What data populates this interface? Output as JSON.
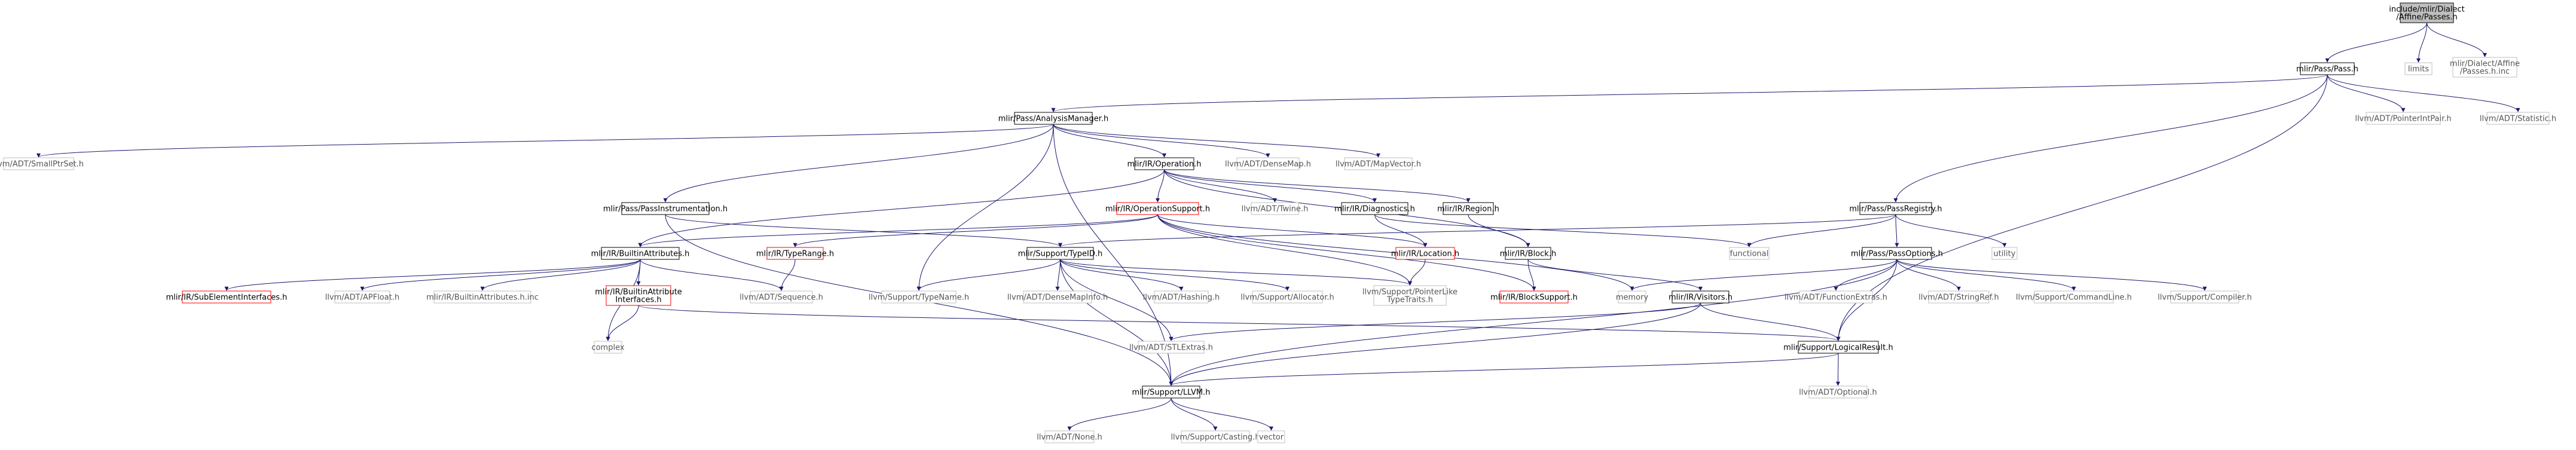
{
  "nodes": [
    {
      "id": "root",
      "lines": [
        "include/mlir/Dialect",
        "/Affine/Passes.h"
      ],
      "style": "root"
    },
    {
      "id": "passh",
      "lines": [
        "mlir/Pass/Pass.h"
      ],
      "style": "black"
    },
    {
      "id": "limits",
      "lines": [
        "limits"
      ],
      "style": "ext"
    },
    {
      "id": "passesinc",
      "lines": [
        "mlir/Dialect/Affine",
        "/Passes.h.inc"
      ],
      "style": "ext"
    },
    {
      "id": "analysis",
      "lines": [
        "mlir/Pass/AnalysisManager.h"
      ],
      "style": "black"
    },
    {
      "id": "ptrint",
      "lines": [
        "llvm/ADT/PointerIntPair.h"
      ],
      "style": "ext"
    },
    {
      "id": "statistic",
      "lines": [
        "llvm/ADT/Statistic.h"
      ],
      "style": "ext"
    },
    {
      "id": "smallptr",
      "lines": [
        "llvm/ADT/SmallPtrSet.h"
      ],
      "style": "ext"
    },
    {
      "id": "operation",
      "lines": [
        "mlir/IR/Operation.h"
      ],
      "style": "black"
    },
    {
      "id": "densemap",
      "lines": [
        "llvm/ADT/DenseMap.h"
      ],
      "style": "ext"
    },
    {
      "id": "mapvector",
      "lines": [
        "llvm/ADT/MapVector.h"
      ],
      "style": "ext"
    },
    {
      "id": "passinstr",
      "lines": [
        "mlir/Pass/PassInstrumentation.h"
      ],
      "style": "black"
    },
    {
      "id": "opsupport",
      "lines": [
        "mlir/IR/OperationSupport.h"
      ],
      "style": "red"
    },
    {
      "id": "twine",
      "lines": [
        "llvm/ADT/Twine.h"
      ],
      "style": "ext"
    },
    {
      "id": "diagnostics",
      "lines": [
        "mlir/IR/Diagnostics.h"
      ],
      "style": "black"
    },
    {
      "id": "region",
      "lines": [
        "mlir/IR/Region.h"
      ],
      "style": "black"
    },
    {
      "id": "passregistry",
      "lines": [
        "mlir/Pass/PassRegistry.h"
      ],
      "style": "black"
    },
    {
      "id": "builtinattr",
      "lines": [
        "mlir/IR/BuiltinAttributes.h"
      ],
      "style": "black"
    },
    {
      "id": "typerange",
      "lines": [
        "mlir/IR/TypeRange.h"
      ],
      "style": "red"
    },
    {
      "id": "typeid",
      "lines": [
        "mlir/Support/TypeID.h"
      ],
      "style": "black"
    },
    {
      "id": "location",
      "lines": [
        "mlir/IR/Location.h"
      ],
      "style": "red"
    },
    {
      "id": "block",
      "lines": [
        "mlir/IR/Block.h"
      ],
      "style": "black"
    },
    {
      "id": "functional",
      "lines": [
        "functional"
      ],
      "style": "ext"
    },
    {
      "id": "passoptions",
      "lines": [
        "mlir/Pass/PassOptions.h"
      ],
      "style": "black"
    },
    {
      "id": "utility",
      "lines": [
        "utility"
      ],
      "style": "ext"
    },
    {
      "id": "subelem",
      "lines": [
        "mlir/IR/SubElementInterfaces.h"
      ],
      "style": "red"
    },
    {
      "id": "apfloat",
      "lines": [
        "llvm/ADT/APFloat.h"
      ],
      "style": "ext"
    },
    {
      "id": "builtinattrinc",
      "lines": [
        "mlir/IR/BuiltinAttributes.h.inc"
      ],
      "style": "ext"
    },
    {
      "id": "builtinattriface",
      "lines": [
        "mlir/IR/BuiltinAttribute",
        "Interfaces.h"
      ],
      "style": "red"
    },
    {
      "id": "sequence",
      "lines": [
        "llvm/ADT/Sequence.h"
      ],
      "style": "ext"
    },
    {
      "id": "typename",
      "lines": [
        "llvm/Support/TypeName.h"
      ],
      "style": "ext"
    },
    {
      "id": "densemapinfo",
      "lines": [
        "llvm/ADT/DenseMapInfo.h"
      ],
      "style": "ext"
    },
    {
      "id": "hashing",
      "lines": [
        "llvm/ADT/Hashing.h"
      ],
      "style": "ext"
    },
    {
      "id": "allocator",
      "lines": [
        "llvm/Support/Allocator.h"
      ],
      "style": "ext"
    },
    {
      "id": "ptrliketraits",
      "lines": [
        "llvm/Support/PointerLike",
        "TypeTraits.h"
      ],
      "style": "ext"
    },
    {
      "id": "blocksupport",
      "lines": [
        "mlir/IR/BlockSupport.h"
      ],
      "style": "red"
    },
    {
      "id": "memory",
      "lines": [
        "memory"
      ],
      "style": "ext"
    },
    {
      "id": "visitors",
      "lines": [
        "mlir/IR/Visitors.h"
      ],
      "style": "black"
    },
    {
      "id": "funcextras",
      "lines": [
        "llvm/ADT/FunctionExtras.h"
      ],
      "style": "ext"
    },
    {
      "id": "stringref",
      "lines": [
        "llvm/ADT/StringRef.h"
      ],
      "style": "ext"
    },
    {
      "id": "cmdline",
      "lines": [
        "llvm/Support/CommandLine.h"
      ],
      "style": "ext"
    },
    {
      "id": "compiler",
      "lines": [
        "llvm/Support/Compiler.h"
      ],
      "style": "ext"
    },
    {
      "id": "complex",
      "lines": [
        "complex"
      ],
      "style": "ext"
    },
    {
      "id": "stlextras",
      "lines": [
        "llvm/ADT/STLExtras.h"
      ],
      "style": "ext"
    },
    {
      "id": "logicalresult",
      "lines": [
        "mlir/Support/LogicalResult.h"
      ],
      "style": "black"
    },
    {
      "id": "optional",
      "lines": [
        "llvm/ADT/Optional.h"
      ],
      "style": "ext"
    },
    {
      "id": "llvmh",
      "lines": [
        "mlir/Support/LLVM.h"
      ],
      "style": "black"
    },
    {
      "id": "none",
      "lines": [
        "llvm/ADT/None.h"
      ],
      "style": "ext"
    },
    {
      "id": "casting",
      "lines": [
        "llvm/Support/Casting.h"
      ],
      "style": "ext"
    },
    {
      "id": "vector",
      "lines": [
        "vector"
      ],
      "style": "ext"
    }
  ],
  "edges": [
    [
      "root",
      "passh"
    ],
    [
      "root",
      "limits"
    ],
    [
      "root",
      "passesinc"
    ],
    [
      "passh",
      "analysis"
    ],
    [
      "passh",
      "ptrint"
    ],
    [
      "passh",
      "statistic"
    ],
    [
      "passh",
      "passregistry"
    ],
    [
      "passh",
      "logicalresult"
    ],
    [
      "analysis",
      "smallptr"
    ],
    [
      "analysis",
      "operation"
    ],
    [
      "analysis",
      "densemap"
    ],
    [
      "analysis",
      "mapvector"
    ],
    [
      "analysis",
      "passinstr"
    ],
    [
      "analysis",
      "typename"
    ],
    [
      "analysis",
      "llvmh"
    ],
    [
      "operation",
      "opsupport"
    ],
    [
      "operation",
      "twine"
    ],
    [
      "operation",
      "diagnostics"
    ],
    [
      "operation",
      "region"
    ],
    [
      "operation",
      "block"
    ],
    [
      "operation",
      "builtinattr"
    ],
    [
      "passinstr",
      "typeid"
    ],
    [
      "passinstr",
      "llvmh"
    ],
    [
      "opsupport",
      "builtinattr"
    ],
    [
      "opsupport",
      "typerange"
    ],
    [
      "opsupport",
      "location"
    ],
    [
      "opsupport",
      "blocksupport"
    ],
    [
      "opsupport",
      "ptrliketraits"
    ],
    [
      "opsupport",
      "memory"
    ],
    [
      "diagnostics",
      "location"
    ],
    [
      "diagnostics",
      "functional"
    ],
    [
      "region",
      "block"
    ],
    [
      "passregistry",
      "typeid"
    ],
    [
      "passregistry",
      "functional"
    ],
    [
      "passregistry",
      "passoptions"
    ],
    [
      "passregistry",
      "utility"
    ],
    [
      "builtinattr",
      "subelem"
    ],
    [
      "builtinattr",
      "apfloat"
    ],
    [
      "builtinattr",
      "builtinattrinc"
    ],
    [
      "builtinattr",
      "builtinattriface"
    ],
    [
      "builtinattr",
      "sequence"
    ],
    [
      "builtinattr",
      "complex"
    ],
    [
      "typerange",
      "sequence"
    ],
    [
      "typeid",
      "typename"
    ],
    [
      "typeid",
      "densemapinfo"
    ],
    [
      "typeid",
      "hashing"
    ],
    [
      "typeid",
      "allocator"
    ],
    [
      "typeid",
      "ptrliketraits"
    ],
    [
      "typeid",
      "stlextras"
    ],
    [
      "typeid",
      "llvmh"
    ],
    [
      "location",
      "ptrliketraits"
    ],
    [
      "block",
      "blocksupport"
    ],
    [
      "block",
      "visitors"
    ],
    [
      "passoptions",
      "memory"
    ],
    [
      "passoptions",
      "funcextras"
    ],
    [
      "passoptions",
      "stringref"
    ],
    [
      "passoptions",
      "cmdline"
    ],
    [
      "passoptions",
      "compiler"
    ],
    [
      "passoptions",
      "logicalresult"
    ],
    [
      "passoptions",
      "llvmh"
    ],
    [
      "builtinattriface",
      "complex"
    ],
    [
      "builtinattriface",
      "logicalresult"
    ],
    [
      "visitors",
      "stlextras"
    ],
    [
      "visitors",
      "logicalresult"
    ],
    [
      "visitors",
      "llvmh"
    ],
    [
      "logicalresult",
      "optional"
    ],
    [
      "logicalresult",
      "llvmh"
    ],
    [
      "llvmh",
      "none"
    ],
    [
      "llvmh",
      "casting"
    ],
    [
      "llvmh",
      "vector"
    ]
  ],
  "colors": {
    "root_fill": "#bfbfbf",
    "black_border": "#000000",
    "red_border": "#ff0000",
    "ext_border": "#bfbfbf",
    "edge": "#191970"
  }
}
